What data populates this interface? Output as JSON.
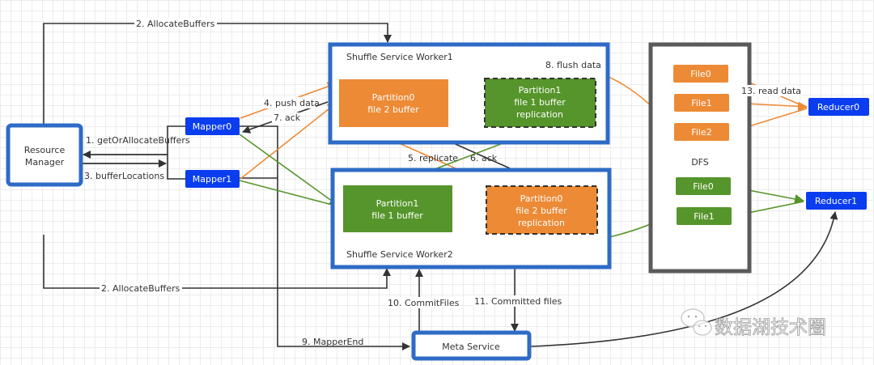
{
  "colors": {
    "blue_border": "#2e6bc6",
    "blue_node": "#0a3df0",
    "orange": "#ed8a35",
    "green": "#56952b",
    "dark": "#333333",
    "dfs_border": "#5a5a5a"
  },
  "nodes": {
    "resource_manager": [
      "Resource",
      "Manager"
    ],
    "mapper0": "Mapper0",
    "mapper1": "Mapper1",
    "worker1": {
      "title": "Shuffle Service Worker1",
      "buffer": [
        "Partition0",
        "file 2 buffer"
      ],
      "replica": [
        "Partition1",
        "file 1 buffer",
        "replication"
      ]
    },
    "worker2": {
      "title": "Shuffle Service Worker2",
      "buffer": [
        "Partition1",
        "file 1 buffer"
      ],
      "replica": [
        "Partition0",
        "file 2 buffer",
        "replication"
      ]
    },
    "dfs": {
      "title": "DFS",
      "orange_files": [
        "File0",
        "File1",
        "File2"
      ],
      "green_files": [
        "File0",
        "File1"
      ]
    },
    "reducer0": "Reducer0",
    "reducer1": "Reducer1",
    "meta_service": "Meta Service"
  },
  "edges": {
    "get_or_allocate": "1. getOrAllocateBuffers",
    "allocate_top": "2. AllocateBuffers",
    "allocate_bottom": "2. AllocateBuffers",
    "buffer_locations": "3. bufferLocations",
    "push_data": "4. push data",
    "replicate": "5. replicate",
    "ack6": "6. ack",
    "ack7": "7. ack",
    "flush_data": "8. flush data",
    "mapper_end": "9. MapperEnd",
    "commit_files": "10. CommitFiles",
    "committed_files": "11. Committed files",
    "read_data": "13. read data"
  },
  "watermark": "数据湖技术圈"
}
